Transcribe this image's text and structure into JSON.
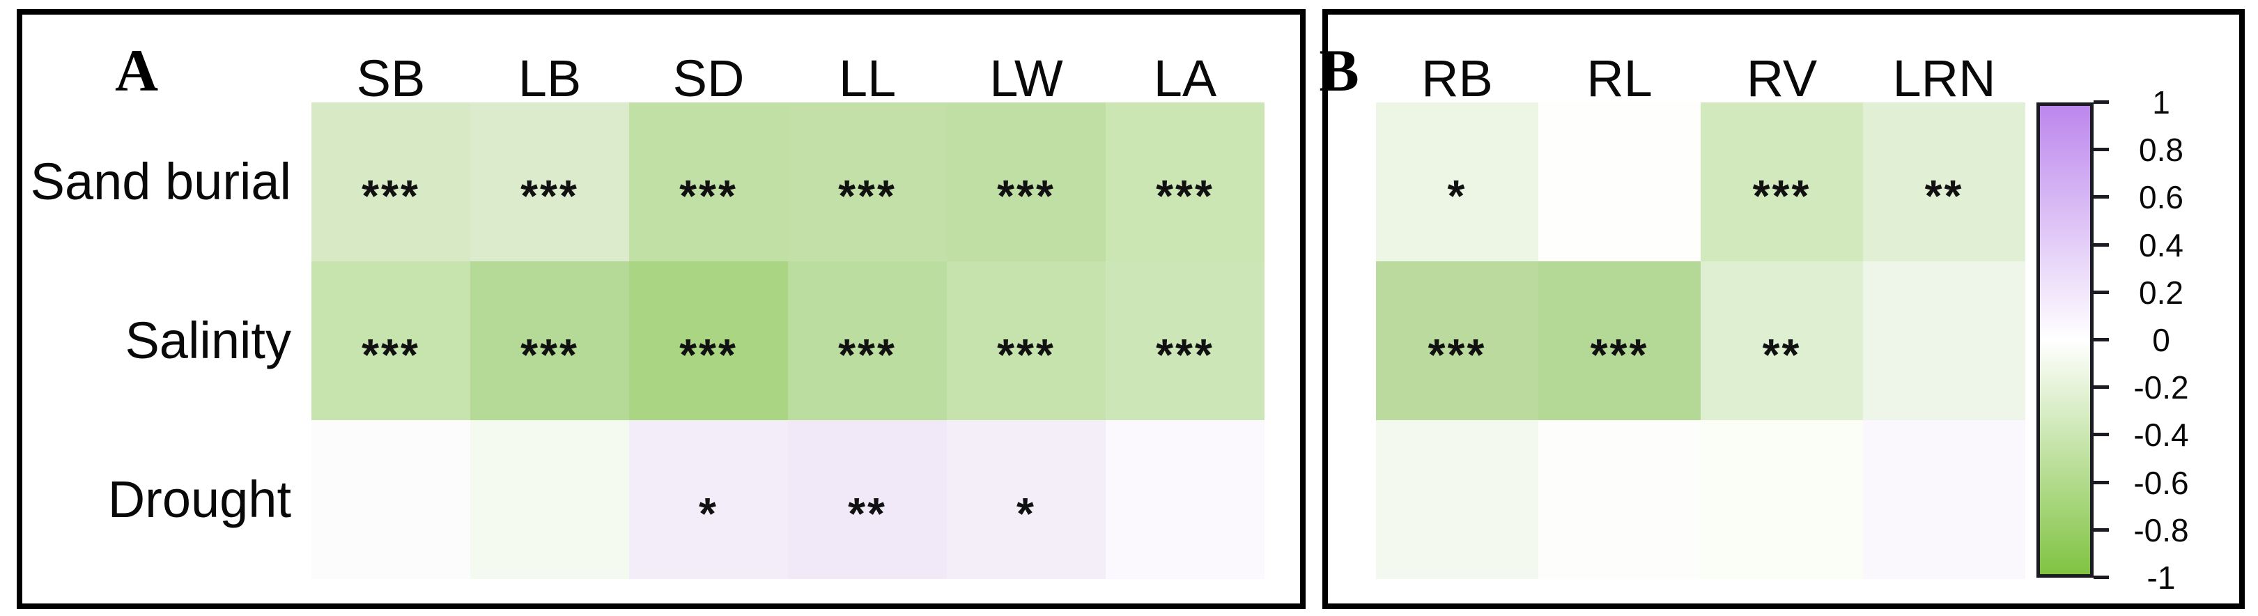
{
  "figure": {
    "background": "#ffffff",
    "accent_colors": {
      "positive_purple": "#bc87ed",
      "zero_white": "#ffffff",
      "negative_green": "#80c342",
      "border_black": "#000000"
    }
  },
  "chart_data": [
    {
      "type": "heatmap",
      "panel": "A",
      "rows": [
        "Sand burial",
        "Salinity",
        "Drought"
      ],
      "columns": [
        "SB",
        "LB",
        "SD",
        "LL",
        "LW",
        "LA"
      ],
      "values": [
        [
          -0.3,
          -0.26,
          -0.47,
          -0.47,
          -0.48,
          -0.44
        ],
        [
          -0.43,
          -0.58,
          -0.66,
          -0.52,
          -0.44,
          -0.38
        ],
        [
          0.01,
          -0.07,
          0.15,
          0.18,
          0.13,
          0.04
        ]
      ],
      "significance": [
        [
          "***",
          "***",
          "***",
          "***",
          "***",
          "***"
        ],
        [
          "***",
          "***",
          "***",
          "***",
          "***",
          "***"
        ],
        [
          "",
          "",
          "*",
          "**",
          "*",
          ""
        ]
      ],
      "cell_colors": [
        [
          "#d7e9c5",
          "#dbebcb",
          "#c1e0a6",
          "#c2e0a7",
          "#c0dfa5",
          "#cbe5b3"
        ],
        [
          "#c7e3ae",
          "#b5da97",
          "#aad583",
          "#bbdd9f",
          "#c6e3ae",
          "#cde6b8"
        ],
        [
          "#fdfcfd",
          "#f5faf0",
          "#f3ecf9",
          "#f1e9f8",
          "#f4eef9",
          "#fbf9fd"
        ]
      ]
    },
    {
      "type": "heatmap",
      "panel": "B",
      "rows": [
        "Sand burial",
        "Salinity",
        "Drought"
      ],
      "columns": [
        "RB",
        "RL",
        "RV",
        "LRN"
      ],
      "values": [
        [
          -0.13,
          -0.01,
          -0.33,
          -0.22
        ],
        [
          -0.53,
          -0.57,
          -0.24,
          -0.12
        ],
        [
          -0.08,
          -0.01,
          -0.04,
          0.04
        ]
      ],
      "significance": [
        [
          "*",
          "",
          "***",
          "**"
        ],
        [
          "***",
          "***",
          "**",
          ""
        ],
        [
          "",
          "",
          "",
          ""
        ]
      ],
      "cell_colors": [
        [
          "#edf5e5",
          "#fefefd",
          "#d2e8bd",
          "#e1f0d5"
        ],
        [
          "#badb9d",
          "#b4d996",
          "#dfefd2",
          "#eef6e9"
        ],
        [
          "#f3f9ee",
          "#fdfdfb",
          "#fbfdf7",
          "#faf8fd"
        ]
      ]
    },
    {
      "type": "colorbar",
      "orientation": "vertical",
      "range": [
        1,
        -1
      ],
      "tick_labels": [
        "1",
        "0.8",
        "0.6",
        "0.4",
        "0.2",
        "0",
        "-0.2",
        "-0.4",
        "-0.6",
        "-0.8",
        "-1"
      ],
      "gradient": {
        "top": "#bc87ed",
        "middle": "#ffffff",
        "bottom": "#80c342"
      }
    }
  ]
}
